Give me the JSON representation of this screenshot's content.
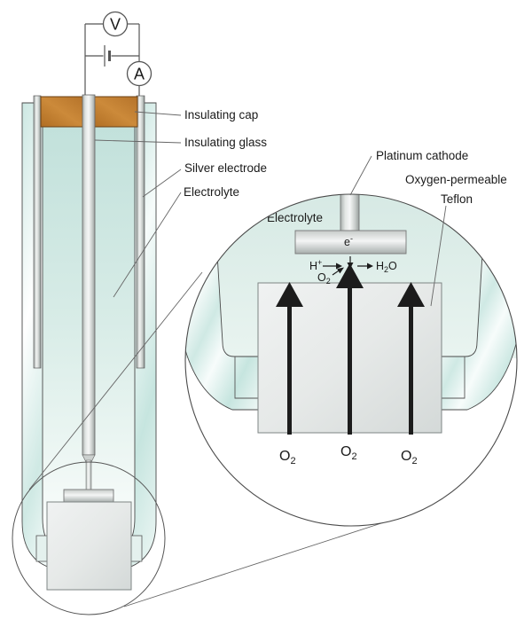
{
  "meters": {
    "voltmeter_label": "V",
    "ammeter_label": "A"
  },
  "labels": {
    "insulating_cap": "Insulating cap",
    "insulating_glass": "Insulating glass",
    "silver_electrode": "Silver electrode",
    "electrolyte": "Electrolyte",
    "platinum_cathode": "Platinum cathode",
    "oxygen_permeable_line1": "Oxygen-permeable",
    "oxygen_permeable_line2": "Teflon"
  },
  "magnified": {
    "electrolyte_label": "Electrolyte",
    "electron": {
      "base": "e",
      "sup": "-"
    },
    "hydrogen_ion": {
      "base": "H",
      "sup": "+"
    },
    "oxygen_reactant": {
      "base": "O",
      "sub": "2"
    },
    "water": {
      "h": "H",
      "sub": "2",
      "o": "O"
    },
    "oxygen_molecules": [
      {
        "base": "O",
        "sub": "2"
      },
      {
        "base": "O",
        "sub": "2"
      },
      {
        "base": "O",
        "sub": "2"
      }
    ]
  },
  "colors": {
    "cap_brown": "#c8822e",
    "electrolyte_teal": "#cfe7e1",
    "glass_teal": "#d2eae5",
    "metal_silver": "#d9dedd",
    "teflon_gray": "#e3e8e7",
    "arrow_black": "#1c1c1c",
    "outline_gray": "#555555"
  }
}
